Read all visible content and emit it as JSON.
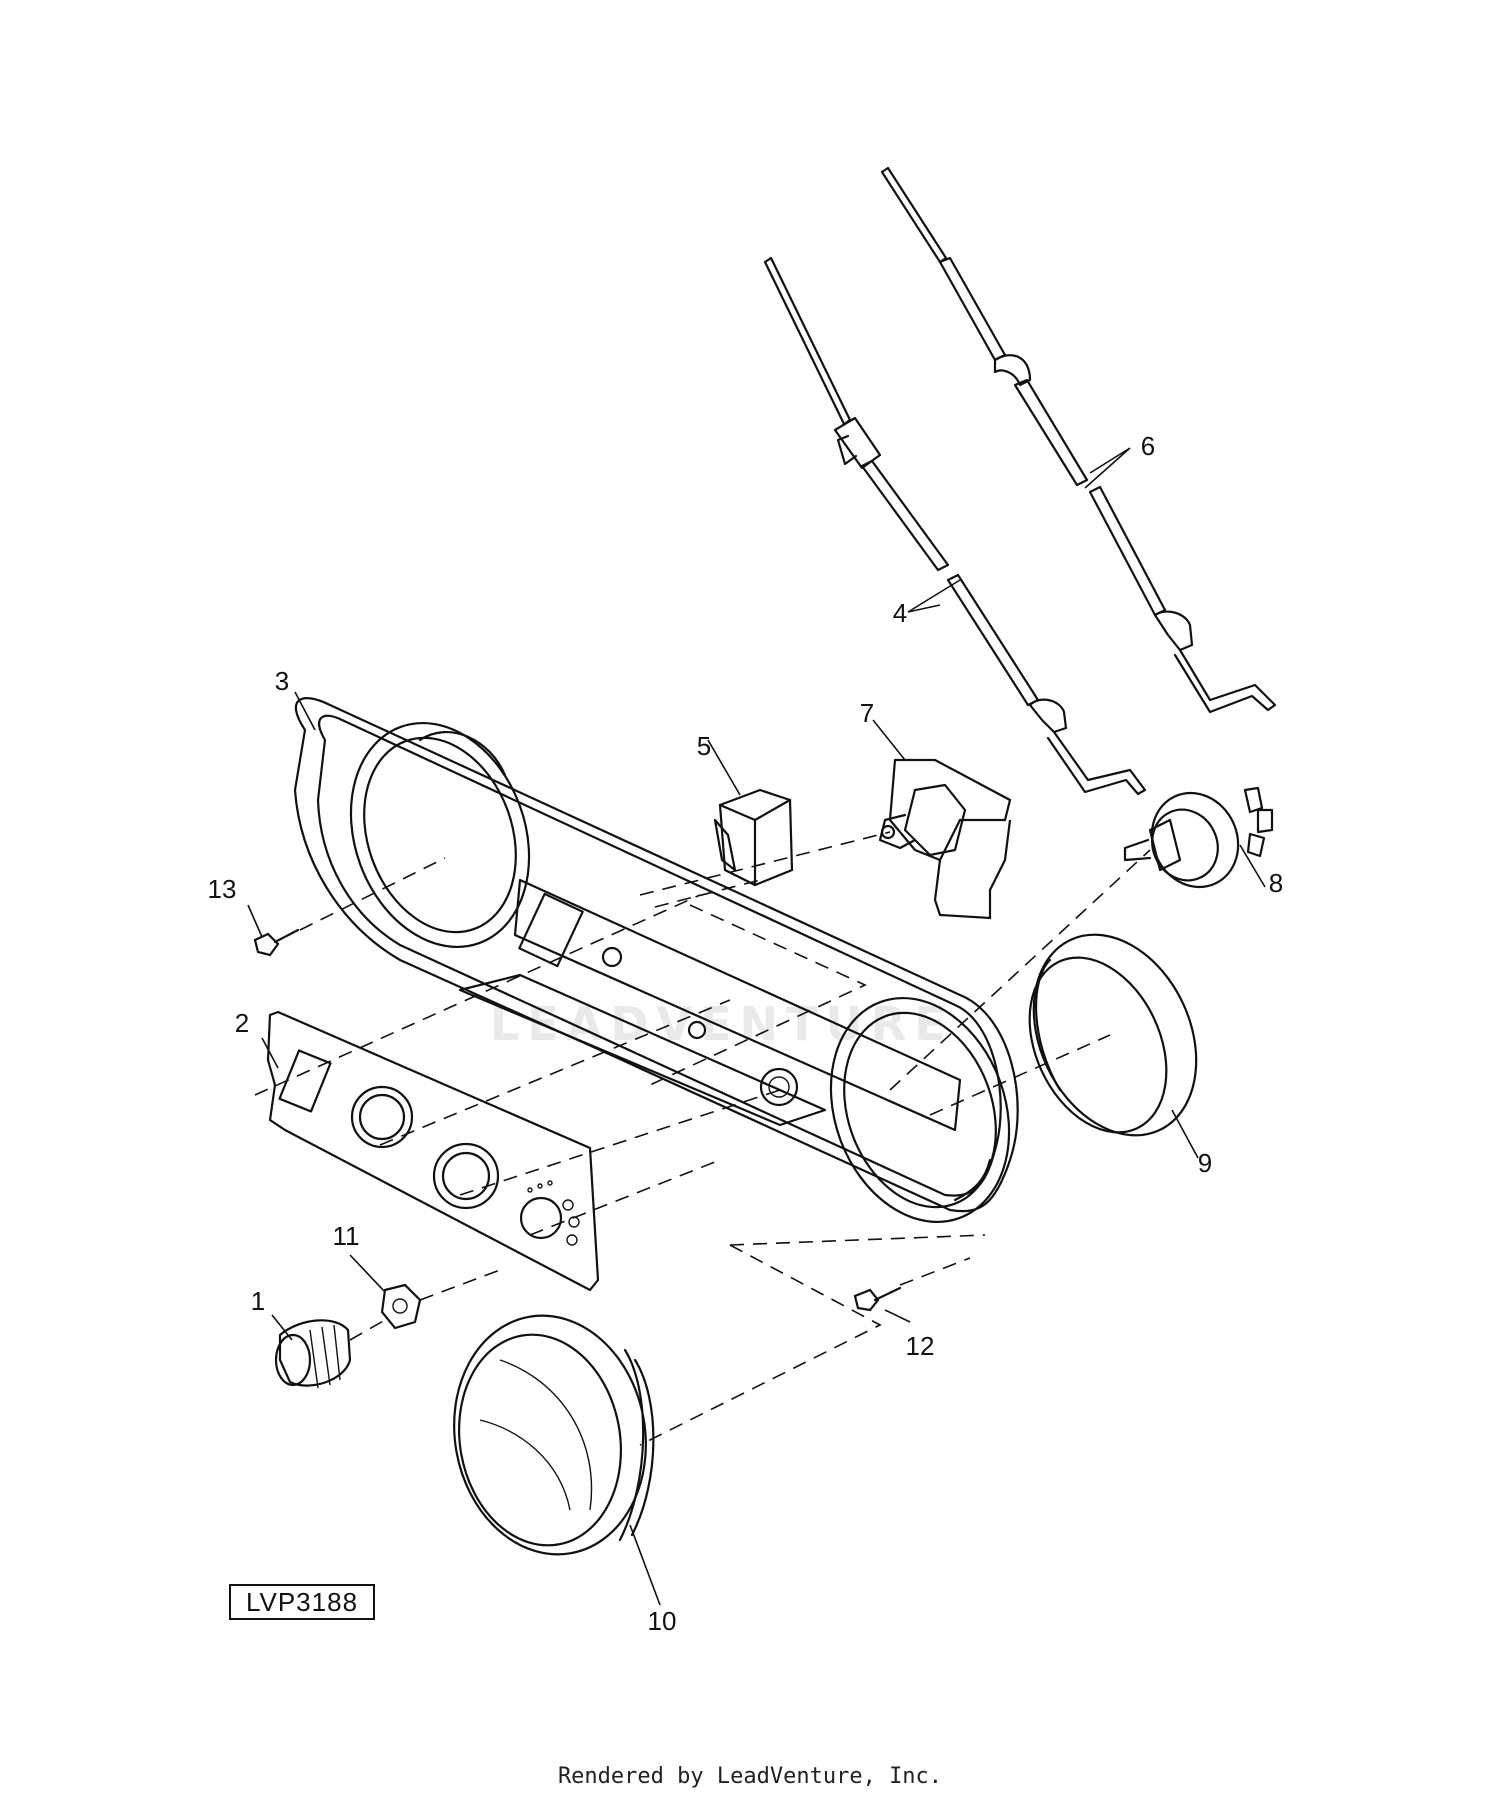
{
  "watermark": "LEADVENTURE",
  "figure_id": "LVP3188",
  "credit": "Rendered by LeadVenture, Inc.",
  "callouts": [
    "1",
    "2",
    "3",
    "4",
    "5",
    "6",
    "7",
    "8",
    "9",
    "10",
    "11",
    "12",
    "13"
  ]
}
